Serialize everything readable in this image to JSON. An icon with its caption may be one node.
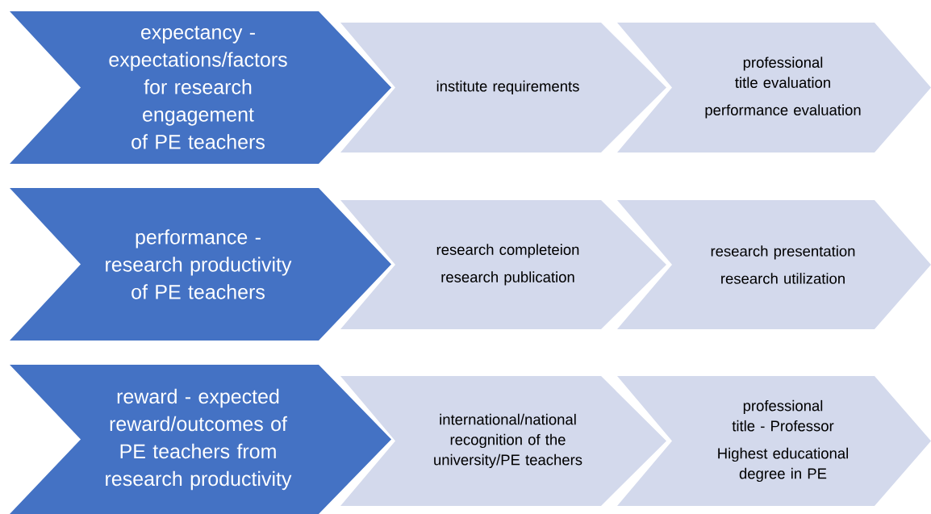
{
  "diagram": {
    "nodes": [
      {
        "text": [
          "expectancy - expectations/factors for research engagement of PE teachers"
        ]
      },
      {
        "text": [
          "institute requirements"
        ]
      },
      {
        "text": [
          "professional title evaluation",
          "performance evaluation"
        ]
      },
      {
        "text": [
          "performance - research productivity of PE teachers"
        ]
      },
      {
        "text": [
          "research completeion",
          "research publication"
        ]
      },
      {
        "text": [
          "research presentation",
          "research utilization"
        ]
      },
      {
        "text": [
          "reward - expected reward/outcomes of PE teachers from research productivity"
        ]
      },
      {
        "text": [
          "international/national recognition of the university/PE teachers"
        ]
      },
      {
        "text": [
          "professional title - Professor",
          "Highest educational degree in PE"
        ]
      }
    ]
  }
}
